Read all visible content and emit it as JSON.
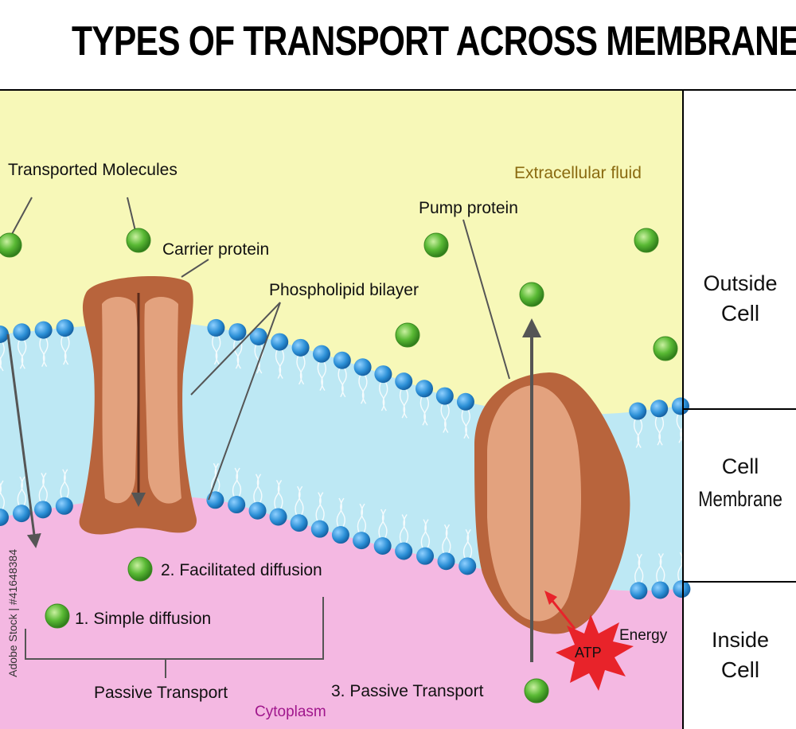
{
  "title": "TYPES OF TRANSPORT ACROSS  MEMBRANES",
  "labels": {
    "transported_molecules": "Transported Molecules",
    "carrier_protein": "Carrier protein",
    "phospholipid_bilayer": "Phospholipid  bilayer",
    "pump_protein": "Pump protein",
    "extracellular_fluid": "Extracellular fluid",
    "facilitated_diffusion": "2. Facilitated diffusion",
    "simple_diffusion": "1. Simple diffusion",
    "passive_transport": "Passive Transport",
    "passive_transport_3": "3. Passive Transport",
    "cytoplasm": "Cytoplasm",
    "energy": "Energy",
    "atp": "ATP"
  },
  "side_panel": {
    "outside_line1": "Outside",
    "outside_line2": "Cell",
    "membrane_line1": "Cell",
    "membrane_line2": "Membrane",
    "inside_line1": "Inside",
    "inside_line2": "Cell"
  },
  "watermark_id": "Adobe Stock | #41648384",
  "colors": {
    "extracellular": "#f7f8b8",
    "membrane_core": "#bde8f4",
    "cytoplasm": "#f4b8e2",
    "phospholipid_head": "#2b8fd6",
    "protein_outer": "#b8643c",
    "protein_inner": "#e3a27e",
    "molecule": "#59b934",
    "atp_burst": "#e8232a",
    "extracellular_label": "#8a6a10",
    "cytoplasm_label": "#a0168c"
  }
}
